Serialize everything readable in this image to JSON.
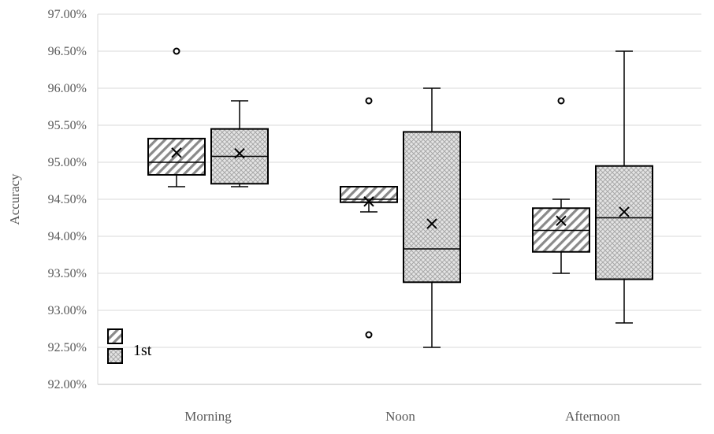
{
  "chart_data": {
    "type": "box",
    "ylabel": "Accuracy",
    "ylim": [
      0.92,
      0.97
    ],
    "y_tick_step": 0.005,
    "y_tick_format": "percent_2dp",
    "grid": "horizontal",
    "legend": {
      "placement": "bottom-left",
      "entries": [
        "",
        "1st"
      ]
    },
    "categories": [
      "Morning",
      "Noon",
      "Afternoon"
    ],
    "series": [
      {
        "pattern": "diagonal-hatch",
        "boxes": [
          {
            "category": "Morning",
            "min": 0.9467,
            "q1": 0.9483,
            "median": 0.95,
            "q3": 0.9532,
            "max": 0.9532,
            "mean": 0.9513,
            "outliers": [
              0.965
            ]
          },
          {
            "category": "Noon",
            "min": 0.9433,
            "q1": 0.9446,
            "median": 0.945,
            "q3": 0.9467,
            "max": 0.9467,
            "mean": 0.9447,
            "outliers": [
              0.9583,
              0.9267
            ]
          },
          {
            "category": "Afternoon",
            "min": 0.935,
            "q1": 0.9379,
            "median": 0.9408,
            "q3": 0.9438,
            "max": 0.945,
            "mean": 0.9421,
            "outliers": [
              0.9583
            ]
          }
        ]
      },
      {
        "pattern": "crosshatch",
        "boxes": [
          {
            "category": "Morning",
            "min": 0.9467,
            "q1": 0.9471,
            "median": 0.9508,
            "q3": 0.9545,
            "max": 0.9583,
            "mean": 0.9512,
            "outliers": []
          },
          {
            "category": "Noon",
            "min": 0.925,
            "q1": 0.9338,
            "median": 0.9383,
            "q3": 0.9541,
            "max": 0.96,
            "mean": 0.9417,
            "outliers": []
          },
          {
            "category": "Afternoon",
            "min": 0.9283,
            "q1": 0.9342,
            "median": 0.9425,
            "q3": 0.9495,
            "max": 0.965,
            "mean": 0.9433,
            "outliers": []
          }
        ]
      }
    ]
  }
}
